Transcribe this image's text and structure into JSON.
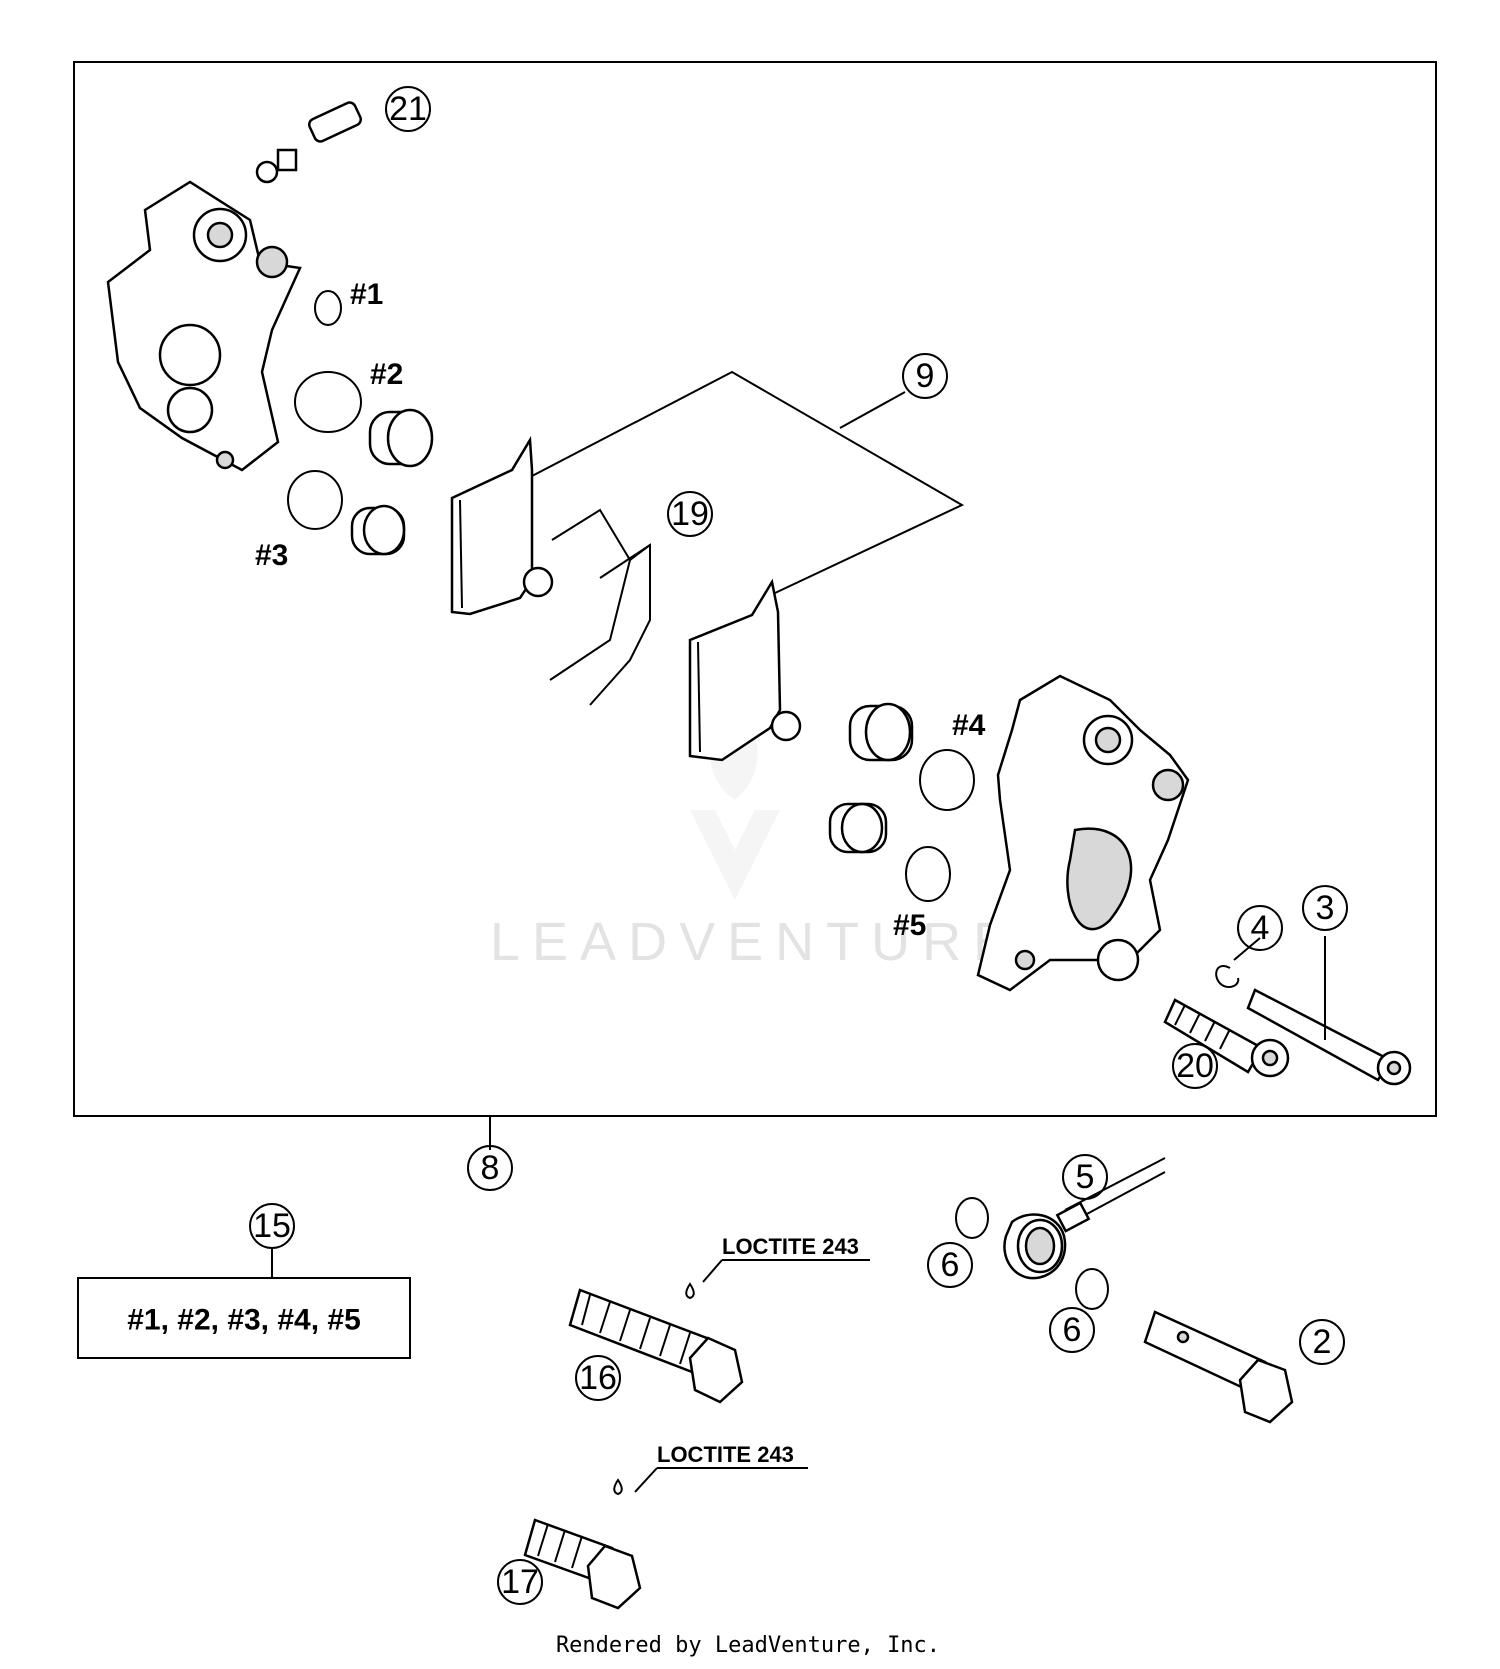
{
  "callouts": {
    "c21": "21",
    "c9": "9",
    "c19": "19",
    "c4": "4",
    "c3": "3",
    "c20": "20",
    "c8": "8",
    "c15": "15",
    "c5": "5",
    "c6a": "6",
    "c6b": "6",
    "c2": "2",
    "c16": "16",
    "c17": "17"
  },
  "seal_labels": {
    "s1": "#1",
    "s2": "#2",
    "s3": "#3",
    "s4": "#4",
    "s5": "#5"
  },
  "kit_box": "#1, #2, #3, #4, #5",
  "notes": {
    "loctite_a": "LOCTITE 243",
    "loctite_b": "LOCTITE 243"
  },
  "watermark": "LEADVENTURE",
  "footer": "Rendered by LeadVenture, Inc."
}
